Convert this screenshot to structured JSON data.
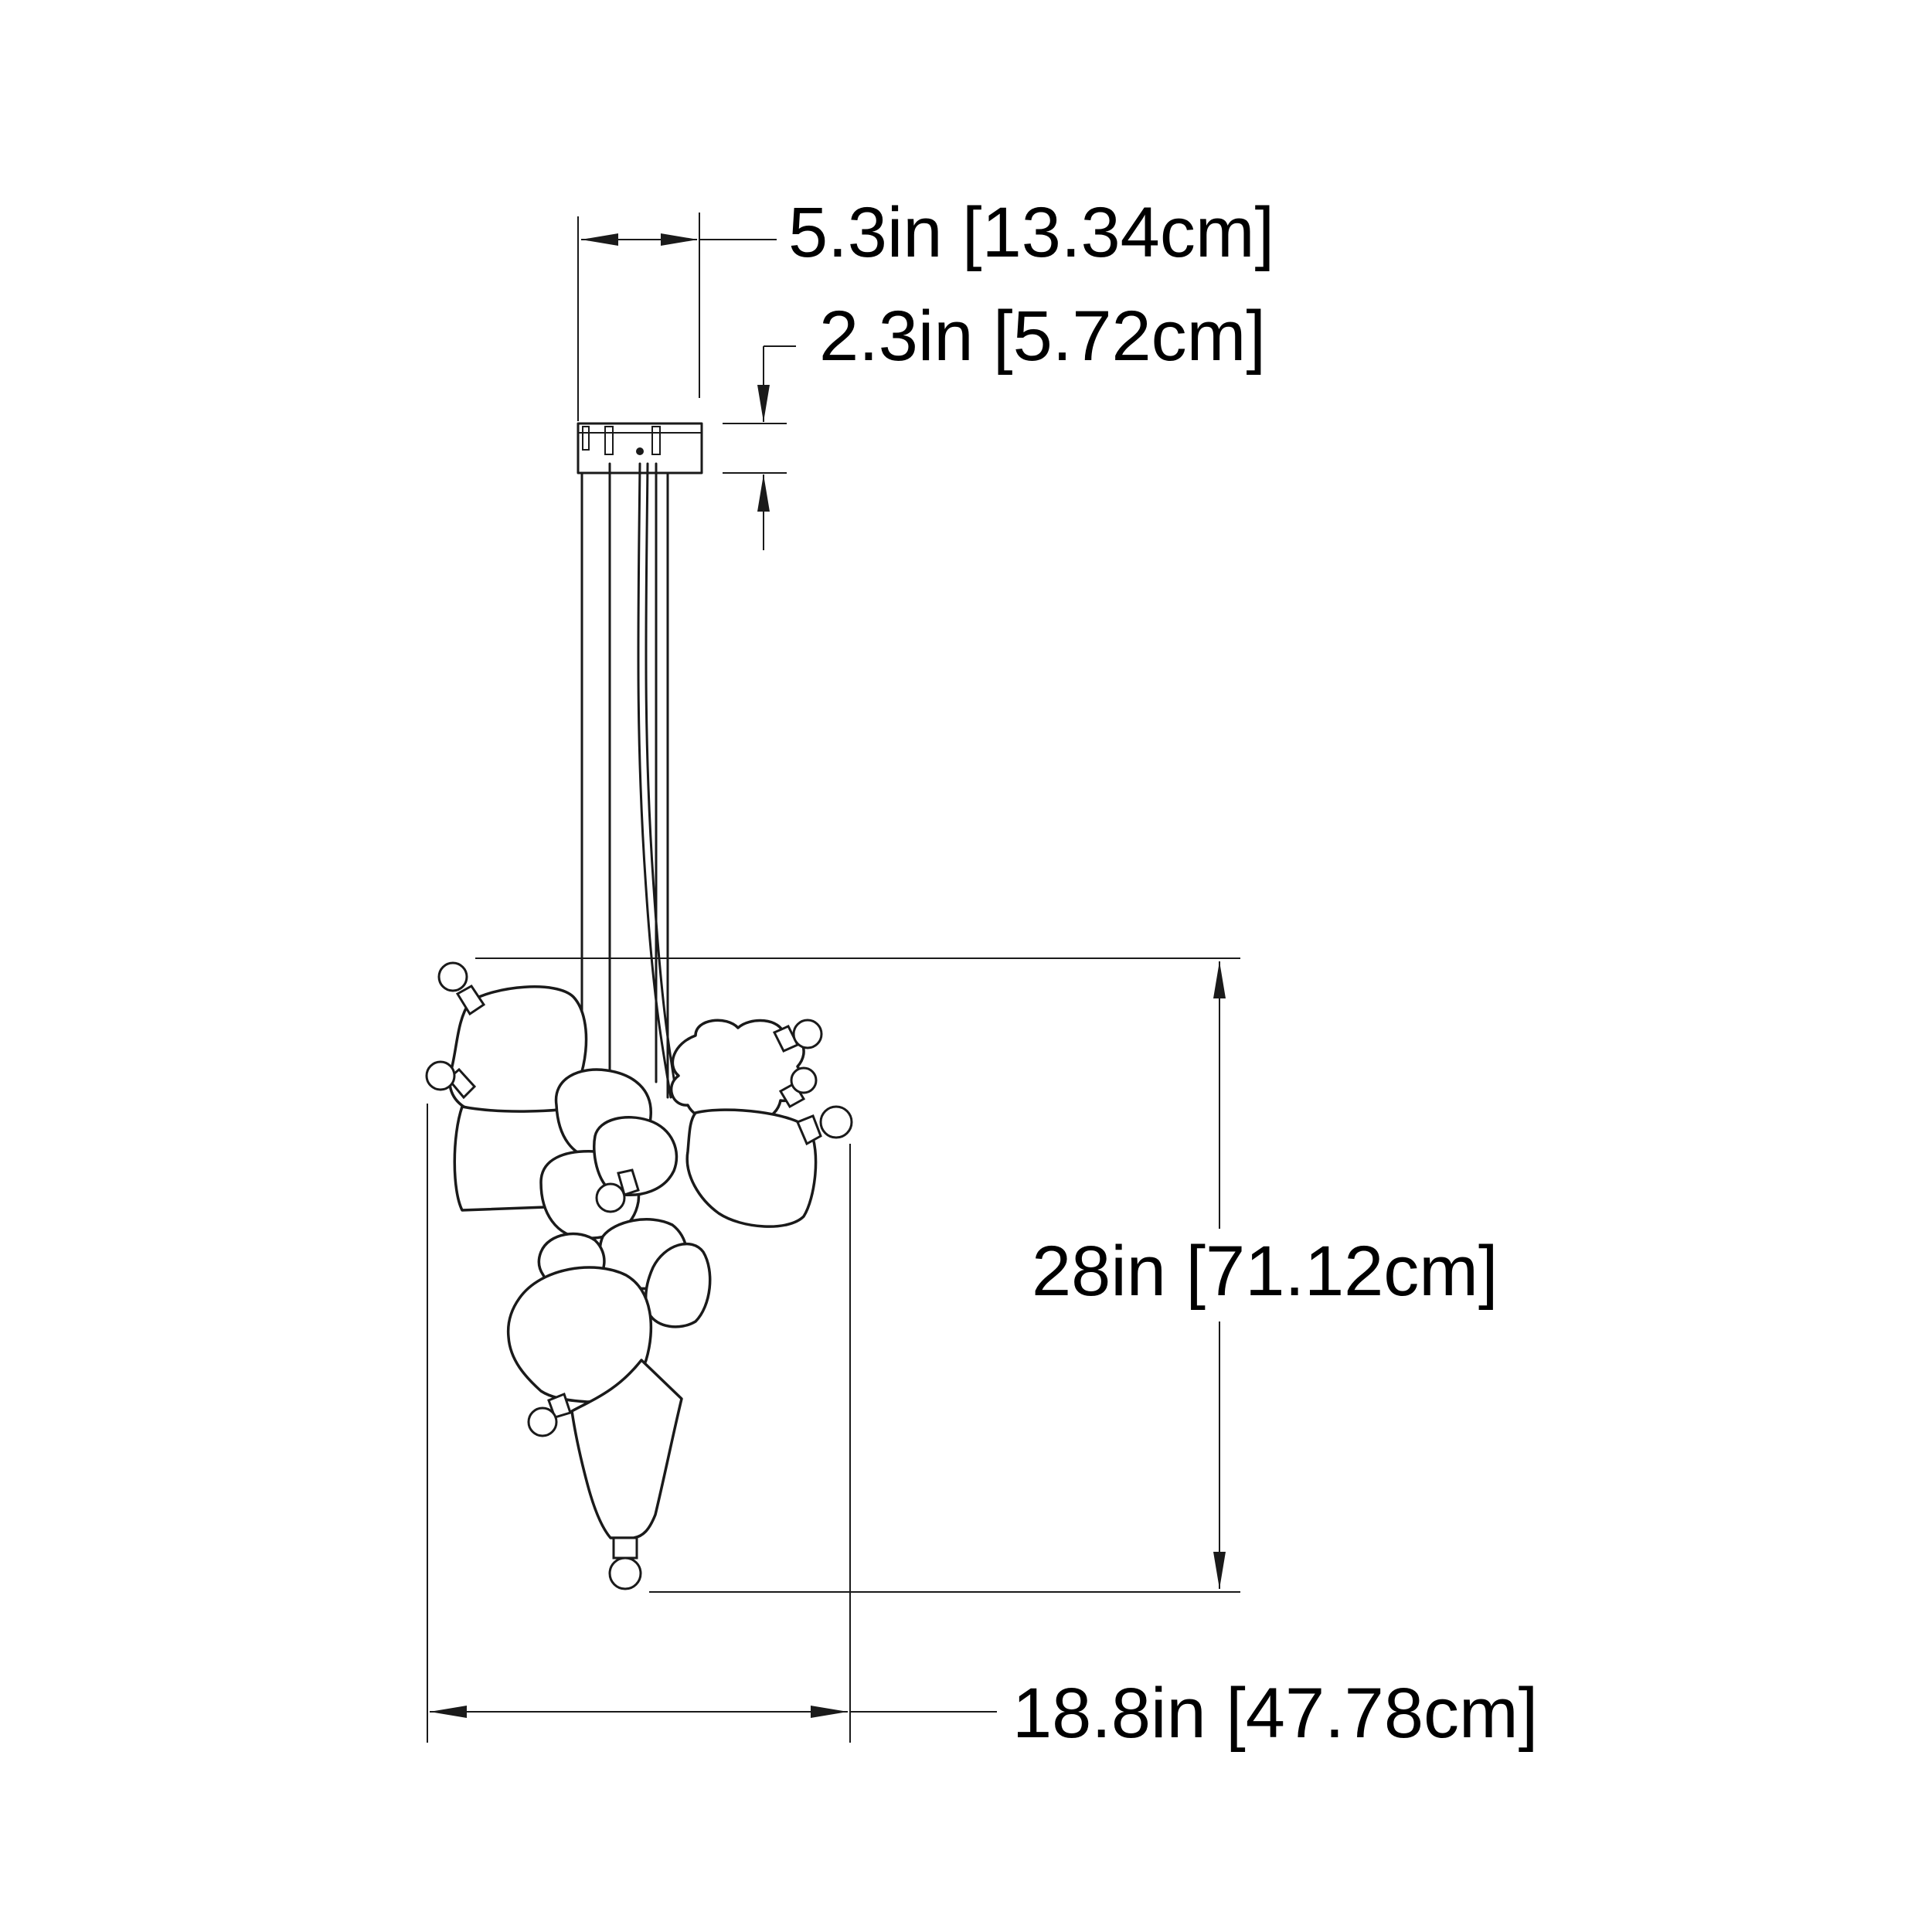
{
  "dimensions": {
    "canopy_width": "5.3in [13.34cm]",
    "canopy_height": "2.3in [5.72cm]",
    "fixture_height": "28in [71.12cm]",
    "fixture_width": "18.8in [47.78cm]"
  },
  "colors": {
    "line": "#1a1a1a",
    "background": "#ffffff"
  }
}
